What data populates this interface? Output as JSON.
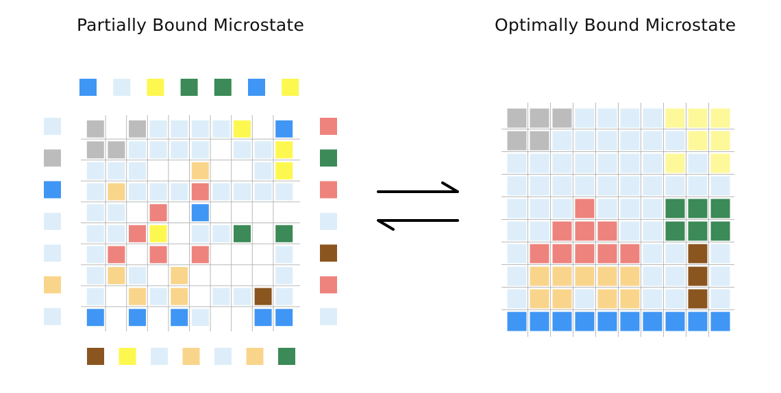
{
  "left_title": "Partially Bound Microstate",
  "right_title": "Optimally Bound Microstate",
  "colors": {
    "B": "#4096f5",
    "L": "#ddeefa",
    "Y": "#fdf84f",
    "YP": "#fdf89a",
    "G": "#3b8a57",
    "R": "#ee837d",
    "O": "#f9d58c",
    "N": "#8b5520",
    "S": "#bcbcbc",
    "grid": "#b8b8b8",
    "arrow": "#000000"
  },
  "partial": {
    "top": [
      "B",
      "L",
      "Y",
      "G",
      "G",
      "B",
      "Y"
    ],
    "left": [
      "L",
      "S",
      "B",
      "L",
      "L",
      "O",
      "L"
    ],
    "right": [
      "R",
      "G",
      "R",
      "L",
      "N",
      "R",
      "L"
    ],
    "bottom": [
      "N",
      "Y",
      "L",
      "O",
      "L",
      "O",
      "G"
    ],
    "grid": [
      [
        "S",
        "",
        "S",
        "L",
        "L",
        "L",
        "L",
        "Y",
        "",
        "B"
      ],
      [
        "S",
        "S",
        "L",
        "L",
        "L",
        "L",
        "",
        "L",
        "L",
        "Y"
      ],
      [
        "L",
        "L",
        "L",
        "",
        "",
        "O",
        "",
        "",
        "L",
        "Y"
      ],
      [
        "L",
        "O",
        "L",
        "L",
        "L",
        "R",
        "L",
        "L",
        "L",
        "L"
      ],
      [
        "L",
        "L",
        "",
        "R",
        "",
        "B",
        "",
        "",
        "",
        ""
      ],
      [
        "L",
        "L",
        "R",
        "Y",
        "",
        "L",
        "L",
        "G",
        "",
        "G"
      ],
      [
        "L",
        "R",
        "",
        "R",
        "",
        "R",
        "",
        "",
        "",
        "L"
      ],
      [
        "L",
        "O",
        "L",
        "",
        "O",
        "",
        "",
        "",
        "",
        "L"
      ],
      [
        "L",
        "",
        "O",
        "L",
        "O",
        "",
        "L",
        "L",
        "N",
        "L"
      ],
      [
        "B",
        "",
        "B",
        "",
        "B",
        "L",
        "",
        "",
        "B",
        "B"
      ]
    ]
  },
  "optimal": {
    "grid": [
      [
        "S",
        "S",
        "S",
        "L",
        "L",
        "L",
        "L",
        "YP",
        "YP",
        "YP"
      ],
      [
        "S",
        "S",
        "L",
        "L",
        "L",
        "L",
        "L",
        "L",
        "YP",
        "YP"
      ],
      [
        "L",
        "L",
        "L",
        "L",
        "L",
        "L",
        "L",
        "YP",
        "L",
        "YP"
      ],
      [
        "L",
        "L",
        "L",
        "L",
        "L",
        "L",
        "L",
        "L",
        "L",
        "L"
      ],
      [
        "L",
        "L",
        "L",
        "R",
        "L",
        "L",
        "L",
        "G",
        "G",
        "G"
      ],
      [
        "L",
        "L",
        "R",
        "R",
        "R",
        "L",
        "L",
        "G",
        "G",
        "G"
      ],
      [
        "L",
        "R",
        "R",
        "R",
        "R",
        "R",
        "L",
        "L",
        "N",
        "L"
      ],
      [
        "L",
        "O",
        "O",
        "O",
        "O",
        "O",
        "L",
        "L",
        "N",
        "L"
      ],
      [
        "L",
        "O",
        "O",
        "L",
        "O",
        "O",
        "L",
        "L",
        "N",
        "L"
      ],
      [
        "B",
        "B",
        "B",
        "B",
        "B",
        "B",
        "B",
        "B",
        "B",
        "B"
      ]
    ]
  }
}
